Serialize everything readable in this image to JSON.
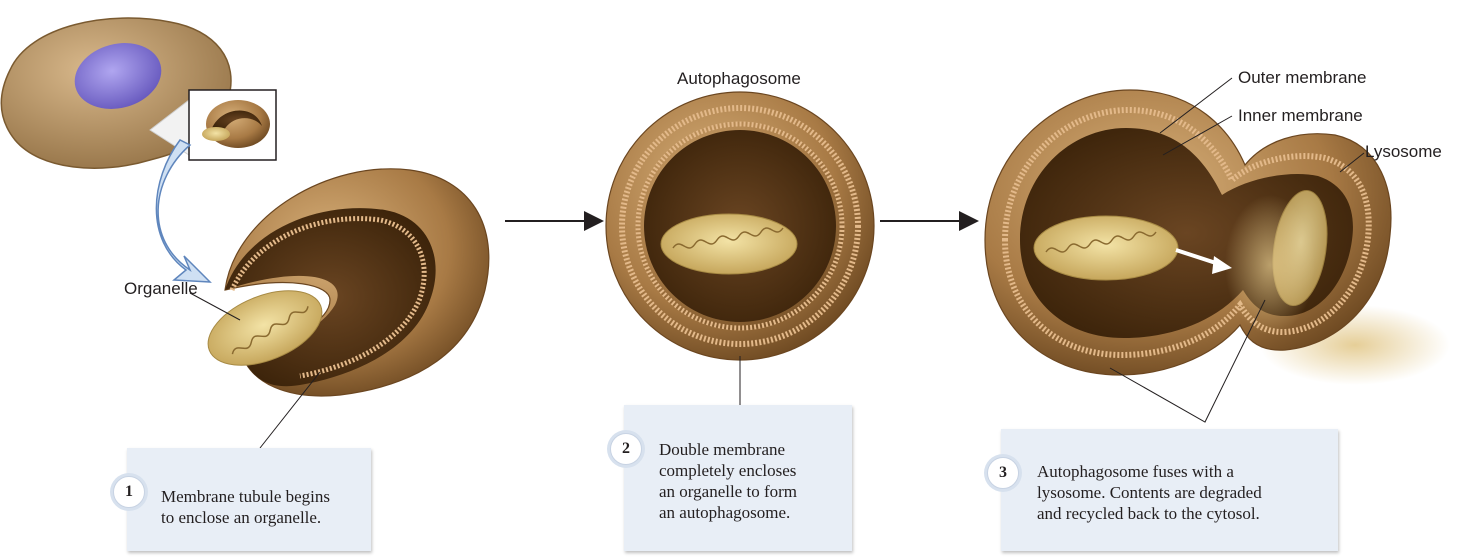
{
  "labels": {
    "organelle": "Organelle",
    "autophagosome": "Autophagosome",
    "outer_membrane": "Outer membrane",
    "inner_membrane": "Inner membrane",
    "lysosome": "Lysosome"
  },
  "steps": [
    {
      "number": "1",
      "text": "Membrane tubule begins\nto enclose an organelle."
    },
    {
      "number": "2",
      "text": "Double membrane\ncompletely encloses\nan organelle to form\nan autophagosome."
    },
    {
      "number": "3",
      "text": "Autophagosome fuses with a\nlysosome. Contents are degraded\nand recycled back to the cytosol."
    }
  ],
  "colors": {
    "membrane_light": "#c49a63",
    "membrane_dark": "#6b4620",
    "interior": "#4a2c12",
    "organelle": "#d9c27a",
    "nucleus": "#8a7bd3",
    "cell": "#b08d5f",
    "step_box": "#e8eef6",
    "arrow": "#231f20",
    "curved_arrow": "#a9c6e8"
  }
}
